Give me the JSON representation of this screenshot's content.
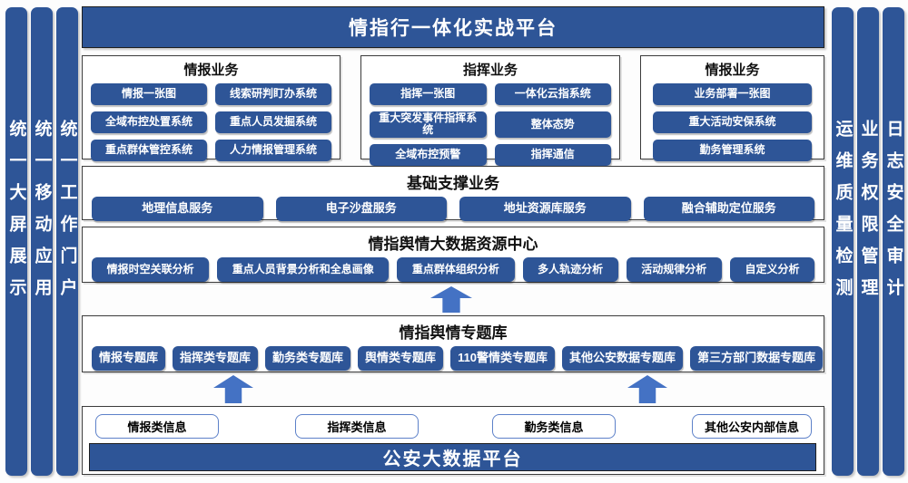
{
  "title": "情指行一体化实战平台",
  "colors": {
    "primary": "#2E5597",
    "arrow": "#4472C4",
    "info_border": "#5D81C9",
    "outline": "#3B3B3B"
  },
  "left_bars": [
    "统一大屏展示",
    "统一移动应用",
    "统一工作门户"
  ],
  "right_bars": [
    "运维质量检测",
    "业务权限管理",
    "日志安全审计"
  ],
  "business_groups": [
    {
      "header": "情报业务",
      "items": [
        "情报一张图",
        "线索研判盯办系统",
        "全域布控处置系统",
        "重点人员发掘系统",
        "重点群体管控系统",
        "人力情报管理系统"
      ]
    },
    {
      "header": "指挥业务",
      "items": [
        "指挥一张图",
        "一体化云指系统",
        "重大突发事件指挥系统",
        "整体态势",
        "全域布控预警",
        "指挥通信"
      ]
    },
    {
      "header": "情报业务",
      "items": [
        "业务部署一张图",
        "重大活动安保系统",
        "勤务管理系统"
      ]
    }
  ],
  "support_layer": {
    "header": "基础支撑业务",
    "items": [
      "地理信息服务",
      "电子沙盘服务",
      "地址资源库服务",
      "融合辅助定位服务"
    ]
  },
  "resource_layer": {
    "header": "情指舆情大数据资源中心",
    "items": [
      "情报时空关联分析",
      "重点人员背景分析和全息画像",
      "重点群体组织分析",
      "多人轨迹分析",
      "活动规律分析",
      "自定义分析"
    ]
  },
  "theme_layer": {
    "header": "情指舆情专题库",
    "items": [
      "情报专题库",
      "指挥类专题库",
      "勤务类专题库",
      "舆情类专题库",
      "110警情类专题库",
      "其他公安数据专题库",
      "第三方部门数据专题库"
    ]
  },
  "info_row": [
    "情报类信息",
    "指挥类信息",
    "勤务类信息",
    "其他公安内部信息"
  ],
  "platform_label": "公安大数据平台"
}
